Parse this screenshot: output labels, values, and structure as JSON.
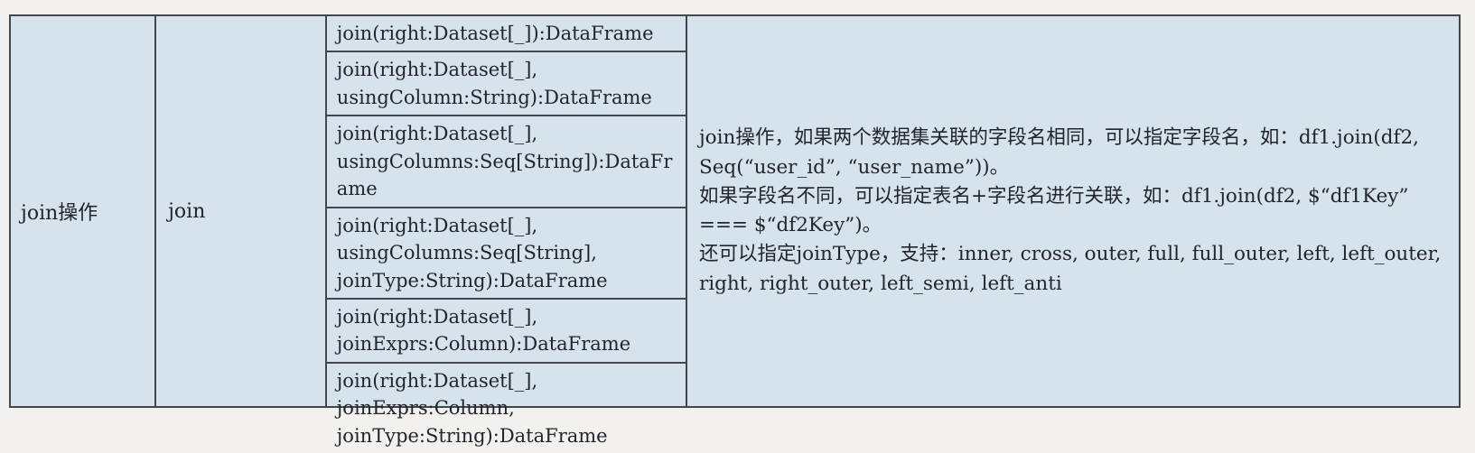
{
  "table": {
    "operation": "join操作",
    "method": "join",
    "signatures": [
      "join(right:Dataset[_]):DataFrame",
      "join(right:Dataset[_], usingColumn:String):DataFrame",
      "join(right:Dataset[_], usingColumns:Seq[String]):DataFrame",
      "join(right:Dataset[_], usingColumns:Seq[String], joinType:String):DataFrame",
      "join(right:Dataset[_], joinExprs:Column):DataFrame",
      "join(right:Dataset[_], joinExprs:Column, joinType:String):DataFrame"
    ],
    "description": [
      "join操作，如果两个数据集关联的字段名相同，可以指定字段名，如：df1.join(df2, Seq(“user_id”, “user_name”))。",
      "如果字段名不同，可以指定表名+字段名进行关联，如：df1.join(df2, $“df1Key” === $“df2Key”)。",
      "还可以指定joinType，支持：inner, cross, outer, full, full_outer, left, left_outer, right, right_outer, left_semi, left_anti"
    ]
  },
  "colors": {
    "page_bg": "#f2f1ed",
    "cell_bg": "#d6e2ec",
    "border": "#41474d",
    "text": "#22252c"
  }
}
